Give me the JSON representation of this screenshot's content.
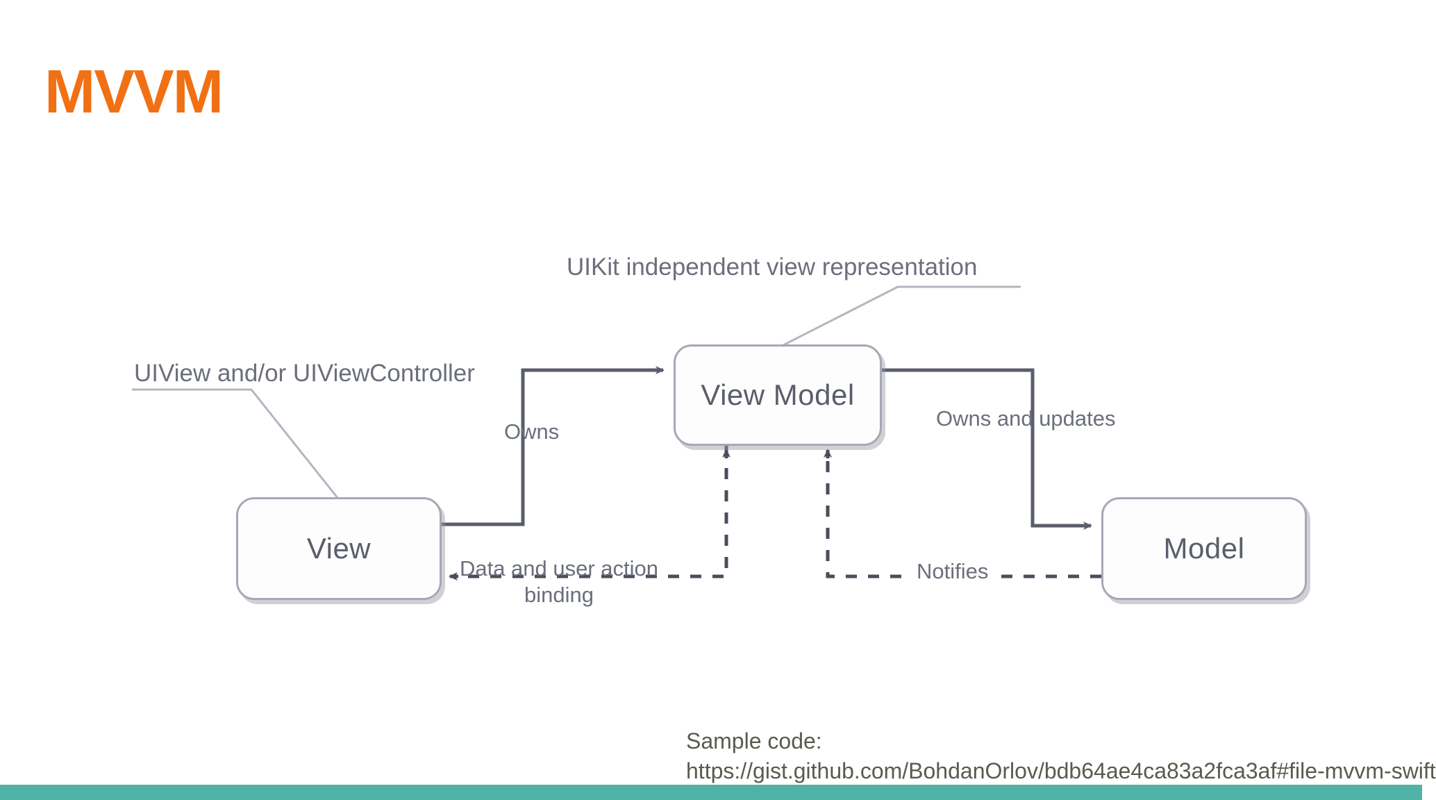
{
  "slide": {
    "title": "MVVM",
    "title_color": "#f07013",
    "background": "#ffffff",
    "accent_bar_color": "#4fb3a8"
  },
  "diagram": {
    "type": "flow-diagram",
    "stroke_color": "#5a5d6b",
    "box_border_color": "#a6a8b4",
    "box_fill_color": "#fdfdfe",
    "label_color": "#6b6e7c",
    "nodes": [
      {
        "id": "view",
        "label": "View"
      },
      {
        "id": "view-model",
        "label": "View Model"
      },
      {
        "id": "model",
        "label": "Model"
      }
    ],
    "annotations": [
      {
        "id": "uikit-annotation",
        "text": "UIKit independent view representation",
        "target": "view-model"
      },
      {
        "id": "uiview-annotation",
        "text": "UIView and/or UIViewController",
        "target": "view"
      }
    ],
    "edges": [
      {
        "id": "view-owns-viewmodel",
        "label": "Owns",
        "from": "view",
        "to": "view-model",
        "style": "solid",
        "arrow": "end"
      },
      {
        "id": "viewmodel-owns-model",
        "label": "Owns and updates",
        "from": "view-model",
        "to": "model",
        "style": "solid",
        "arrow": "end"
      },
      {
        "id": "viewmodel-binds-view",
        "label": "Data and user action binding",
        "from": "view-model",
        "to": "view",
        "style": "dashed",
        "arrow": "end"
      },
      {
        "id": "model-notifies-viewmodel",
        "label": "Notifies",
        "from": "model",
        "to": "view-model",
        "style": "dashed",
        "arrow": "end"
      }
    ]
  },
  "footer": {
    "line1": "Sample code:",
    "line2": "https://gist.github.com/BohdanOrlov/bdb64ae4ca83a2fca3af#file-mvvm-swift"
  }
}
